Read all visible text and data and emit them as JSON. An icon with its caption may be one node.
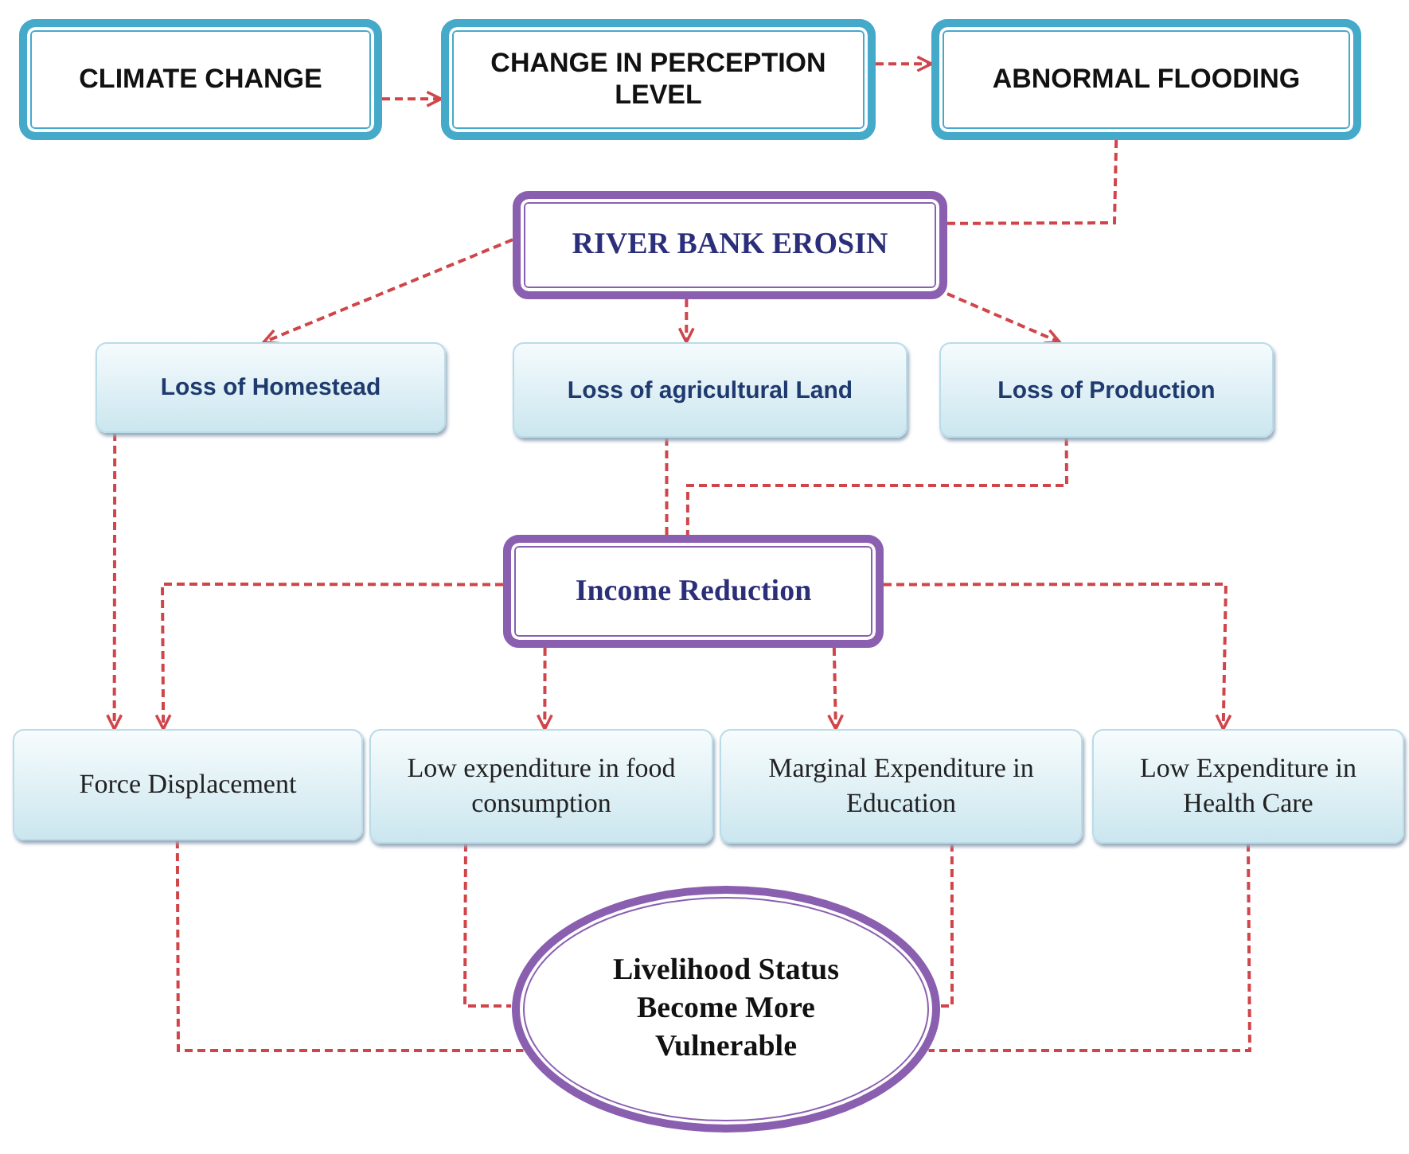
{
  "diagram": {
    "nodes": [
      {
        "text": [
          "CLIMATE CHANGE"
        ]
      },
      {
        "text": [
          "CHANGE IN PERCEPTION LEVEL"
        ]
      },
      {
        "text": [
          "ABNORMAL FLOODING"
        ]
      },
      {
        "text": [
          "RIVER BANK EROSIN"
        ]
      },
      {
        "text": [
          "Loss of Homestead"
        ]
      },
      {
        "text": [
          "Loss of agricultural Land"
        ]
      },
      {
        "text": [
          "Loss of Production"
        ]
      },
      {
        "text": [
          "Income Reduction"
        ]
      },
      {
        "text": [
          "Force Displacement"
        ]
      },
      {
        "text": [
          "Low expenditure in food consumption"
        ]
      },
      {
        "text": [
          "Marginal Expenditure in Education"
        ]
      },
      {
        "text": [
          "Low Expenditure in Health Care"
        ]
      },
      {
        "text": [
          "Livelihood Status Become More Vulnerable"
        ]
      }
    ],
    "edges": [
      {
        "from": 0,
        "to": 1,
        "arrow": "to"
      },
      {
        "from": 1,
        "to": 2,
        "arrow": "to"
      },
      {
        "from": 2,
        "to": 3,
        "arrow": "none"
      },
      {
        "from": 3,
        "to": 4,
        "arrow": "to"
      },
      {
        "from": 3,
        "to": 5,
        "arrow": "to"
      },
      {
        "from": 3,
        "to": 6,
        "arrow": "to"
      },
      {
        "from": 4,
        "to": 8,
        "arrow": "to"
      },
      {
        "from": 5,
        "to": 7,
        "arrow": "none"
      },
      {
        "from": 6,
        "to": 7,
        "arrow": "none"
      },
      {
        "from": 7,
        "to": 8,
        "arrow": "to"
      },
      {
        "from": 7,
        "to": 9,
        "arrow": "to"
      },
      {
        "from": 7,
        "to": 10,
        "arrow": "to"
      },
      {
        "from": 7,
        "to": 11,
        "arrow": "to"
      },
      {
        "from": 8,
        "to": 12,
        "arrow": "none"
      },
      {
        "from": 9,
        "to": 12,
        "arrow": "none"
      },
      {
        "from": 10,
        "to": 12,
        "arrow": "none"
      },
      {
        "from": 11,
        "to": 12,
        "arrow": "none"
      }
    ]
  }
}
